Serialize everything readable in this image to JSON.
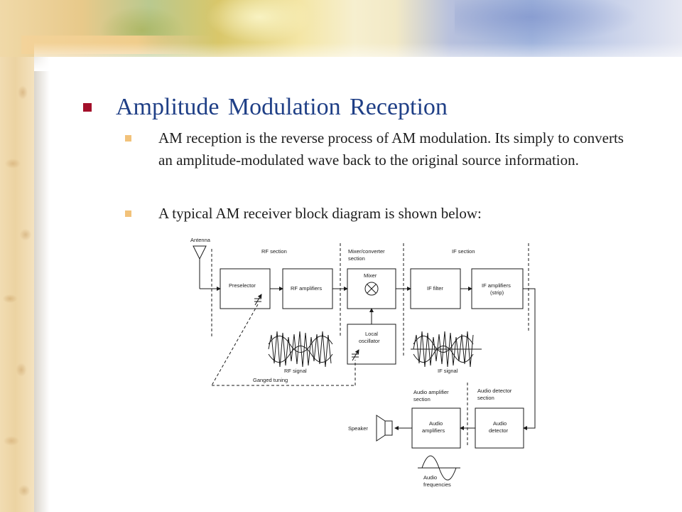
{
  "slide": {
    "title": "Amplitude  Modulation  Reception",
    "bullets": [
      "AM reception is the reverse process of AM modulation. Its simply to converts an amplitude-modulated wave back to the original source information.",
      "A typical AM receiver block diagram is shown below:"
    ],
    "colors": {
      "title": "#1f3f86",
      "main_bullet": "#a3102a",
      "sub_bullet": "#f2c27a"
    }
  },
  "diagram": {
    "section_labels": {
      "rf": "RF section",
      "mixer_1": "Mixer/converter",
      "mixer_2": "section",
      "if": "IF section",
      "audio_amp_1": "Audio amplifier",
      "audio_amp_2": "section",
      "audio_det_1": "Audio detector",
      "audio_det_2": "section"
    },
    "blocks": {
      "preselector": "Preselector",
      "rf_amplifiers": "RF amplifiers",
      "mixer": "Mixer",
      "local_osc_1": "Local",
      "local_osc_2": "oscillator",
      "if_filter": "IF filter",
      "if_amp_1": "IF amplifiers",
      "if_amp_2": "(strip)",
      "audio_amp_1": "Audio",
      "audio_amp_2": "amplifiers",
      "audio_det_1": "Audio",
      "audio_det_2": "detector"
    },
    "labels": {
      "antenna": "Antenna",
      "rf_signal": "RF signal",
      "ganged_tuning": "Ganged tuning",
      "if_signal": "IF signal",
      "speaker": "Speaker",
      "audio_freq_1": "Audio",
      "audio_freq_2": "frequencies"
    }
  }
}
